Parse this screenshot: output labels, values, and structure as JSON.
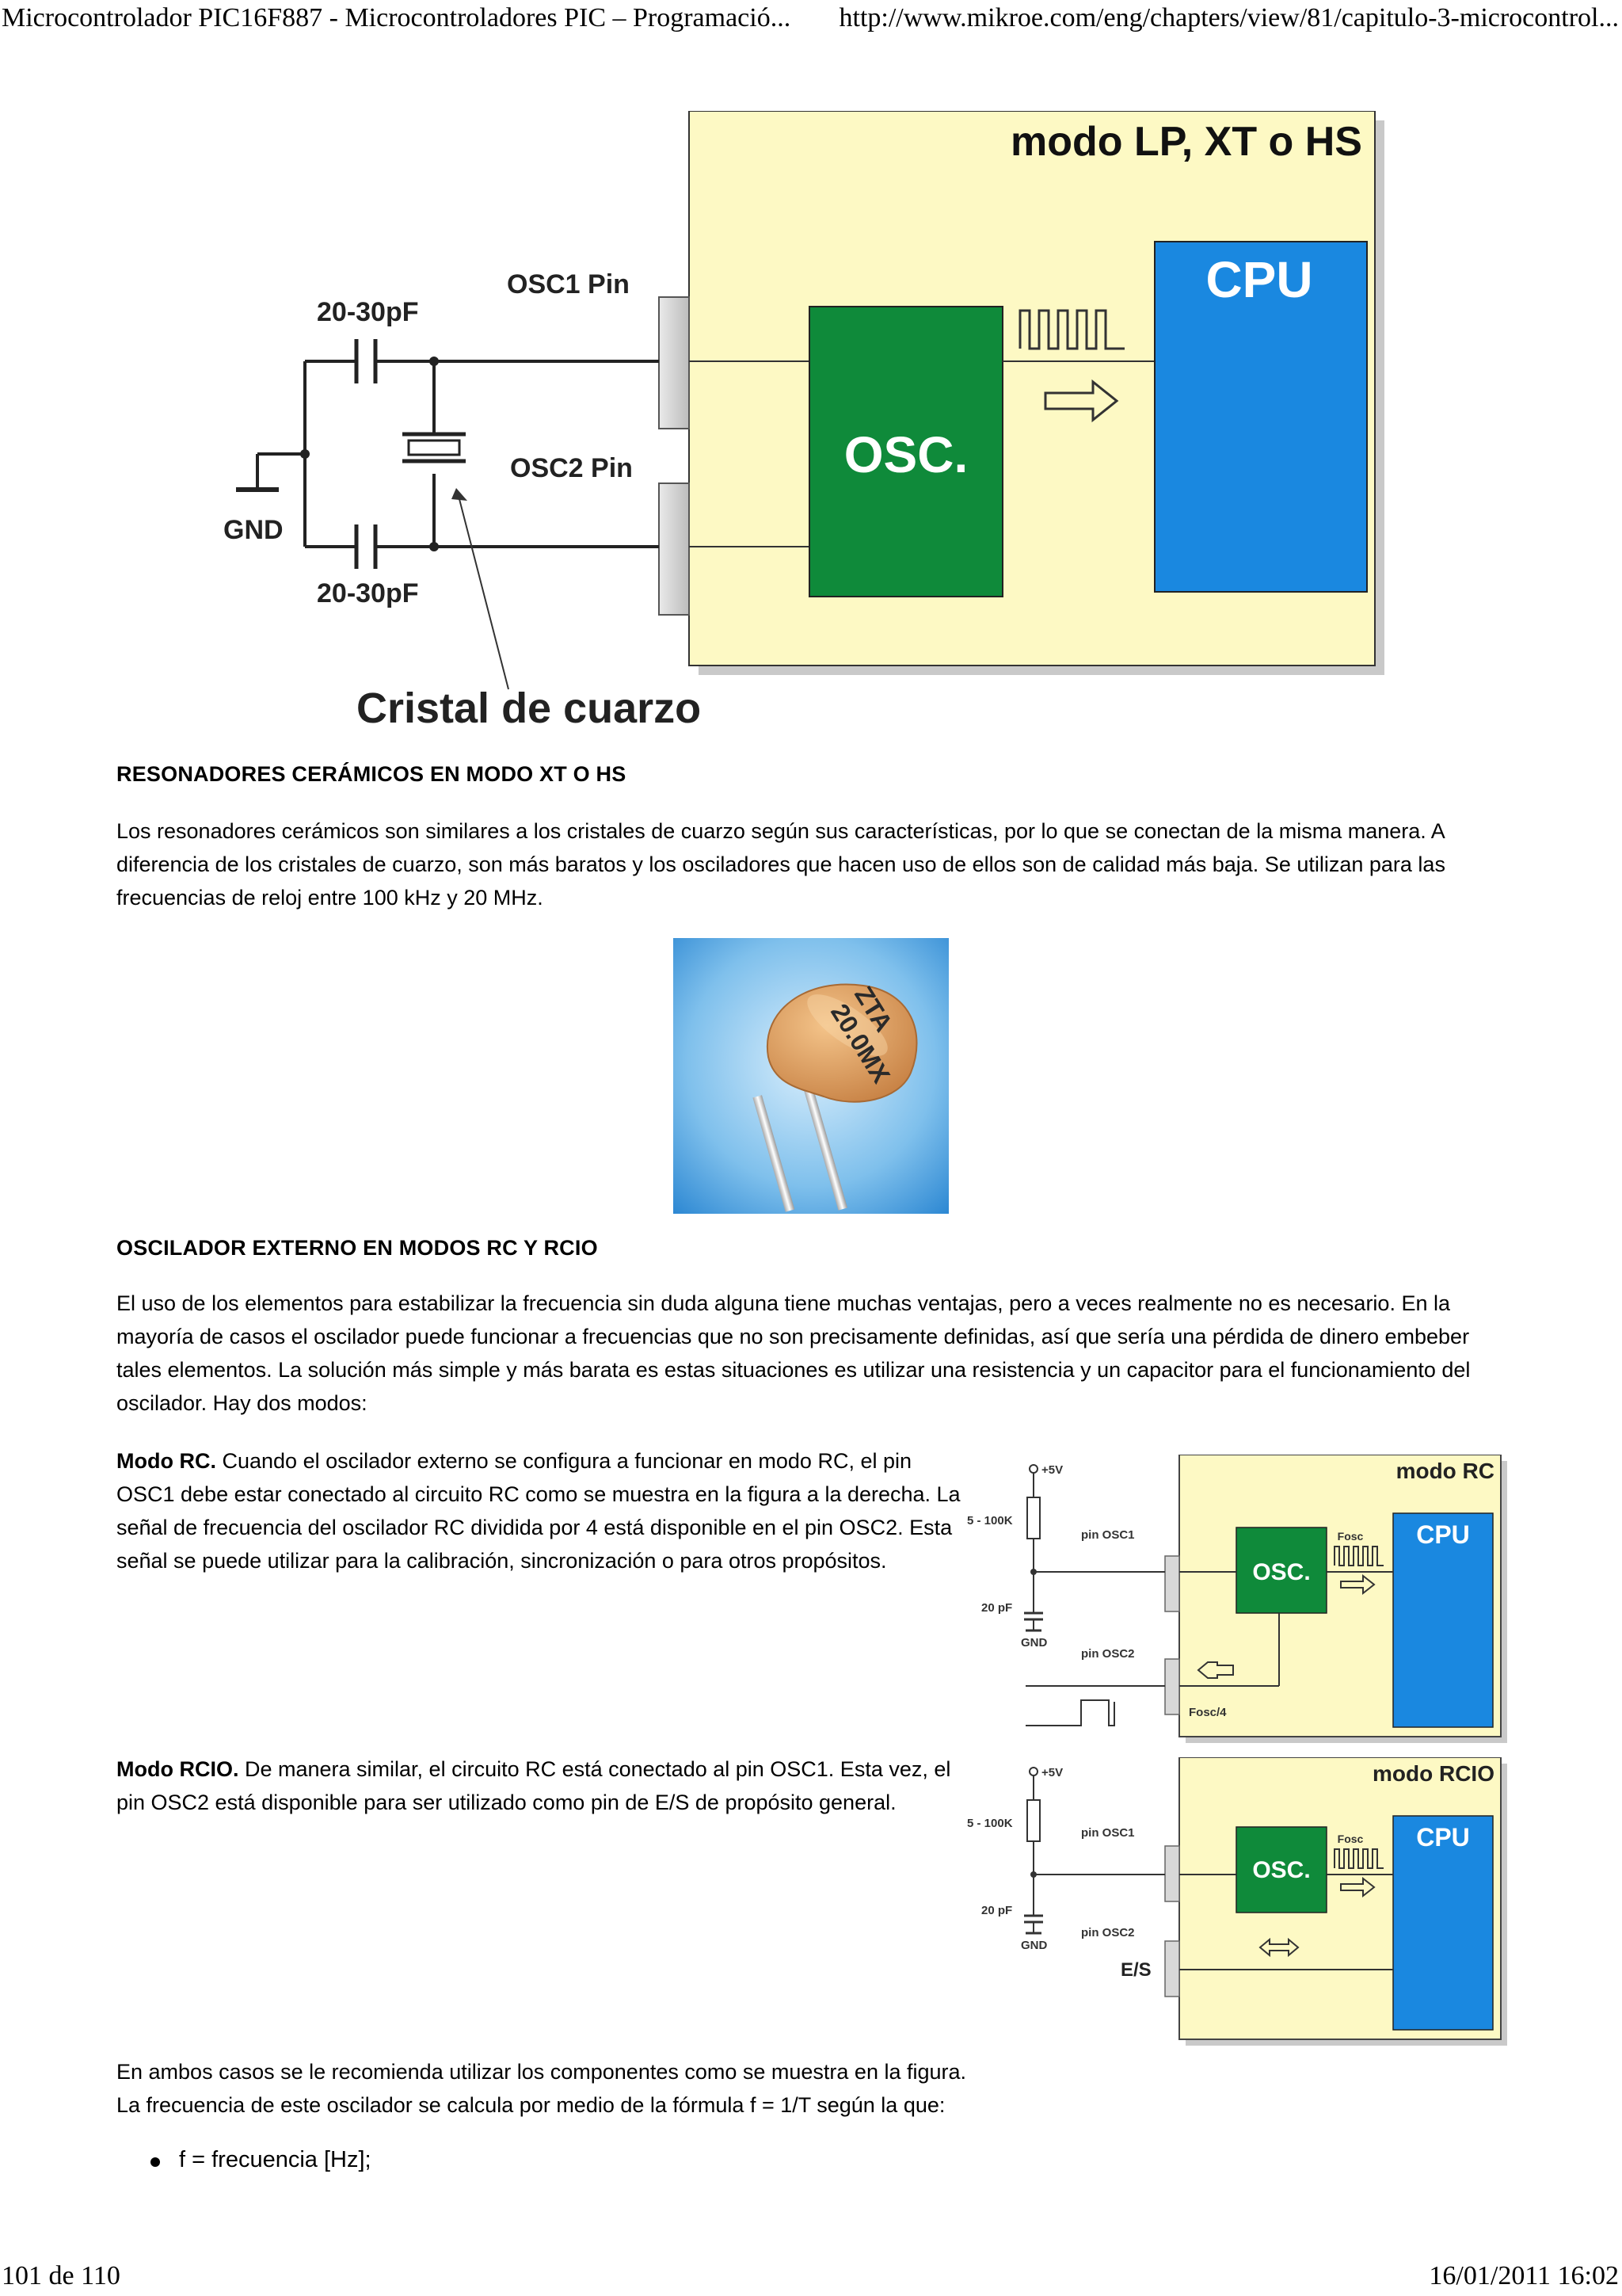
{
  "header": {
    "left": "Microcontrolador PIC16F887 - Microcontroladores PIC – Programació...",
    "right": "http://www.mikroe.com/eng/chapters/view/81/capitulo-3-microcontrol..."
  },
  "footer": {
    "page": "101 de 110",
    "datetime": "16/01/2011 16:02"
  },
  "fig1": {
    "mode_title": "modo LP, XT o HS",
    "cpu_label": "CPU",
    "osc_label": "OSC.",
    "osc1_pin": "OSC1 Pin",
    "osc2_pin": "OSC2 Pin",
    "cap_top": "20-30pF",
    "cap_bottom": "20-30pF",
    "gnd": "GND",
    "crystal": "Cristal de cuarzo"
  },
  "section1": {
    "heading": "RESONADORES CERÁMICOS EN MODO XT O HS",
    "paragraph": "Los resonadores cerámicos son similares a los cristales de cuarzo según sus características, por lo que se conectan de la misma manera. A diferencia de los cristales de cuarzo, son más baratos y los osciladores que hacen uso de ellos son de calidad más baja. Se utilizan para las frecuencias de reloj entre 100 kHz y 20 MHz."
  },
  "resonator_photo": {
    "marking_line1": "ZTA",
    "marking_line2": "20.0MX"
  },
  "section2": {
    "heading": "OSCILADOR EXTERNO EN MODOS RC Y RCIO",
    "paragraph": "El uso de los elementos para estabilizar la frecuencia sin duda alguna tiene muchas ventajas, pero a veces realmente no es necesario. En la mayoría de casos el oscilador puede funcionar a frecuencias que no son precisamente definidas, así que sería una pérdida de dinero embeber tales elementos. La solución más simple y más barata es estas situaciones es utilizar una resistencia y un capacitor para el funcionamiento del oscilador. Hay dos modos:"
  },
  "modo_rc": {
    "term": "Modo RC.",
    "text": " Cuando el oscilador externo se configura a funcionar en modo RC, el pin OSC1 debe estar conectado al circuito RC como se muestra en la figura a la derecha. La señal de frecuencia del oscilador RC dividida por 4 está disponible en el pin OSC2. Esta señal se puede utilizar para la calibración, sincronización o para otros propósitos."
  },
  "fig_rc": {
    "title": "modo RC",
    "vcc": "+5V",
    "resistor": "5 - 100K",
    "cap": "20 pF",
    "gnd": "GND",
    "pin_osc1": "pin OSC1",
    "pin_osc2": "pin OSC2",
    "osc": "OSC.",
    "fosc": "Fosc",
    "cpu": "CPU",
    "fosc4": "Fosc/4"
  },
  "modo_rcio": {
    "term": "Modo RCIO.",
    "text": " De manera similar, el circuito RC está conectado al pin OSC1. Esta vez, el pin OSC2 está disponible para ser utilizado como pin de E/S de propósito general."
  },
  "fig_rcio": {
    "title": "modo RCIO",
    "vcc": "+5V",
    "resistor": "5 - 100K",
    "cap": "20 pF",
    "gnd": "GND",
    "pin_osc1": "pin OSC1",
    "pin_osc2": "pin OSC2",
    "osc": "OSC.",
    "fosc": "Fosc",
    "cpu": "CPU",
    "es": "E/S"
  },
  "closing": {
    "line1": "En ambos casos se le recomienda utilizar los componentes como se muestra en la figura.",
    "line2": "La frecuencia de este oscilador se calcula por medio de la fórmula f = 1/T según la que:",
    "bullets": [
      "f = frecuencia [Hz];"
    ]
  },
  "colors": {
    "panel_yellow": "#fdf9c4",
    "osc_green": "#0f8a3a",
    "cpu_blue": "#1a88e0"
  }
}
